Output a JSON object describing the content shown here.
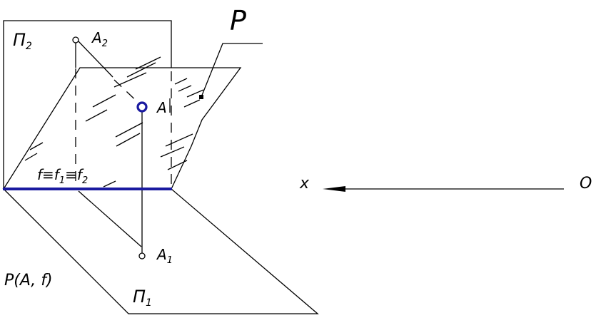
{
  "labels": {
    "pi2": "П",
    "pi2_sub": "2",
    "a2": "A",
    "a2_sub": "2",
    "p_big": "P",
    "a": "A",
    "f_line": "f≡f",
    "f_sub1": "1",
    "f_mid": "≡f",
    "f_sub2": "2",
    "x_axis": "x",
    "origin": "O",
    "a1": "A",
    "a1_sub": "1",
    "plane_def": "P(A, f)",
    "pi1": "П",
    "pi1_sub": "1"
  },
  "colors": {
    "accent": "#1a1aa0",
    "line": "#000000"
  }
}
